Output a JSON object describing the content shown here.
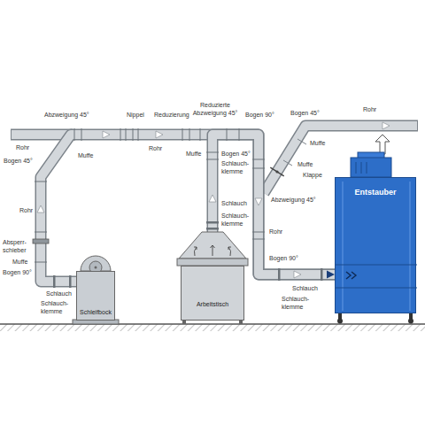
{
  "diagram": {
    "nodes": [
      {
        "text": [
          "Schleifbock"
        ]
      },
      {
        "text": [
          "Arbeitstisch"
        ]
      },
      {
        "text": [
          "Entstauber"
        ]
      }
    ],
    "edges": [
      {
        "from": 0,
        "to": 2,
        "arrow": "to"
      },
      {
        "from": 1,
        "to": 2,
        "arrow": "to"
      }
    ],
    "labels": [
      "Abzweigung 45°",
      "Nippel",
      "Reduzierung",
      "Reduzierte Abzweigung 45°",
      "Bogen 90°",
      "Bogen 45°",
      "Rohr",
      "Rohr",
      "Muffe",
      "Rohr",
      "Muffe",
      "Bogen 45°",
      "Schlauch- klemme",
      "Muffe",
      "Muffe",
      "Klappe",
      "Abzweigung 45°",
      "Bogen 45°",
      "Rohr",
      "Absperr- schieber",
      "Muffe",
      "Bogen 90°",
      "Schlauch",
      "Schlauch- klemme",
      "Schlauch",
      "Schlauch- klemme",
      "Rohr",
      "Bogen 90°",
      "Schlauch",
      "Schlauch- klemme"
    ]
  }
}
